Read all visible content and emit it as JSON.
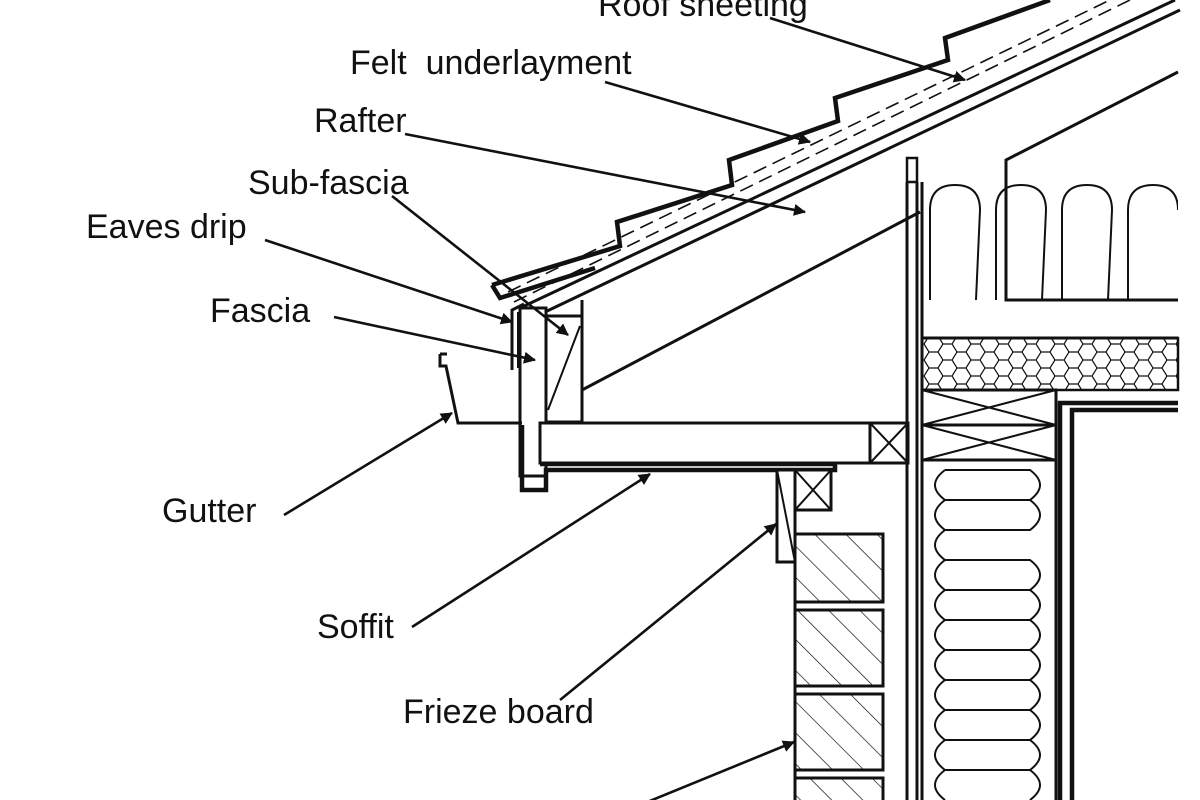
{
  "labels": {
    "roof_sheeting": "Roof sheeting",
    "felt_underlayment": "Felt  underlayment",
    "rafter": "Rafter",
    "sub_fascia": "Sub-fascia",
    "eaves_drip": "Eaves drip",
    "fascia": "Fascia",
    "gutter": "Gutter",
    "soffit": "Soffit",
    "frieze_board": "Frieze board"
  },
  "colors": {
    "line": "#111111",
    "background": "#ffffff"
  }
}
